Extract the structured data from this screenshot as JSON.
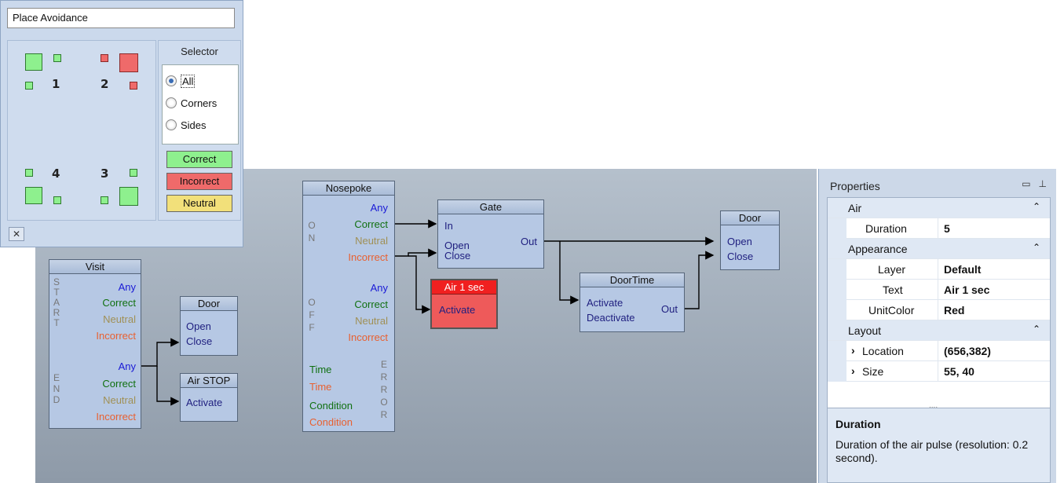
{
  "place_avoidance": {
    "title": "Place Avoidance",
    "corner_numbers": [
      "1",
      "2",
      "4",
      "3"
    ],
    "selector": {
      "header": "Selector",
      "options": [
        "All",
        "Corners",
        "Sides"
      ],
      "selected": "All",
      "buttons": {
        "correct": "Correct",
        "incorrect": "Incorrect",
        "neutral": "Neutral"
      }
    },
    "close_icon": "close-icon"
  },
  "blocks": {
    "visit": {
      "title": "Visit",
      "start_letters": [
        "S",
        "T",
        "A",
        "R",
        "T"
      ],
      "end_letters": [
        "E",
        "N",
        "D"
      ],
      "start_outputs": [
        "Any",
        "Correct",
        "Neutral",
        "Incorrect"
      ],
      "end_outputs": [
        "Any",
        "Correct",
        "Neutral",
        "Incorrect"
      ]
    },
    "door_left": {
      "title": "Door",
      "inputs": [
        "Open",
        "Close"
      ]
    },
    "air_stop": {
      "title": "Air STOP",
      "inputs": [
        "Activate"
      ]
    },
    "nosepoke": {
      "title": "Nosepoke",
      "on_letters": [
        "O",
        "N"
      ],
      "off_letters": [
        "O",
        "F",
        "F"
      ],
      "error_letters": [
        "E",
        "R",
        "R",
        "O",
        "R"
      ],
      "on_outputs": [
        "Any",
        "Correct",
        "Neutral",
        "Incorrect"
      ],
      "off_outputs": [
        "Any",
        "Correct",
        "Neutral",
        "Incorrect"
      ],
      "error_outputs": [
        "Time",
        "Time",
        "Condition",
        "Condition"
      ]
    },
    "gate": {
      "title": "Gate",
      "inputs": [
        "In",
        "Open",
        "Close"
      ],
      "output": "Out"
    },
    "air_1sec": {
      "title": "Air 1 sec",
      "inputs": [
        "Activate"
      ]
    },
    "doortime": {
      "title": "DoorTime",
      "inputs": [
        "Activate",
        "Deactivate"
      ],
      "output": "Out"
    },
    "door_right": {
      "title": "Door",
      "inputs": [
        "Open",
        "Close"
      ]
    }
  },
  "properties": {
    "title": "Properties",
    "icons": [
      "window-icon",
      "pin-icon"
    ],
    "categories": [
      {
        "name": "Air",
        "rows": [
          {
            "name": "Duration",
            "value": "5"
          }
        ]
      },
      {
        "name": "Appearance",
        "rows": [
          {
            "name": "Layer",
            "value": "Default"
          },
          {
            "name": "Text",
            "value": "Air 1 sec"
          },
          {
            "name": "UnitColor",
            "value": "Red"
          }
        ]
      },
      {
        "name": "Layout",
        "rows": [
          {
            "name": "Location",
            "value": "(656,382)"
          },
          {
            "name": "Size",
            "value": "55, 40"
          }
        ]
      }
    ],
    "splitter": "....",
    "description_title": "Duration",
    "description_text": "Duration of the air pulse (resolution: 0.2 second)."
  },
  "colors": {
    "correct": "#8ef08e",
    "incorrect": "#ef6a6a",
    "neutral": "#f2e07a",
    "block": "#b6c8e4",
    "air_block": "#ee5a5a"
  }
}
